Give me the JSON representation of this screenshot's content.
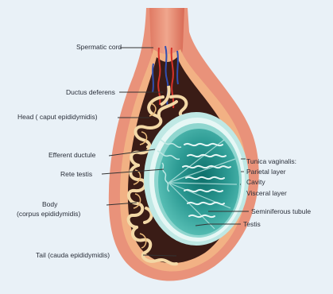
{
  "colors": {
    "background": "#e9f1f7",
    "scrotal_skin": "#e9927a",
    "outer_shell": "#f2b184",
    "dark_interior": "#3a1c16",
    "epididymis": "#f3d8a6",
    "testis_light": "#bfe8e4",
    "testis_mid": "#5cc2b8",
    "testis_dark": "#0d6f6a",
    "vessel_red": "#d8322a",
    "vessel_blue": "#2f4fb2",
    "leader_line": "#333333"
  },
  "labels": {
    "spermatic_cord": "Spermatic cord",
    "ductus_deferens": "Ductus deferens",
    "head": "Head ( caput epididymidis)",
    "efferent_ductule": "Efferent ductule",
    "rete_testis": "Rete testis",
    "body_line1": "Body",
    "body_line2": "(corpus epididymidis)",
    "tunica_title": "Tunica vaginalis:",
    "parietal_layer": "Parietal layer",
    "cavity": "Cavity",
    "visceral_layer": "Visceral layer",
    "seminiferous_tubule": "Seminiferous tubule",
    "testis": "Testis",
    "tail": "Tail (cauda epididymidis)"
  }
}
